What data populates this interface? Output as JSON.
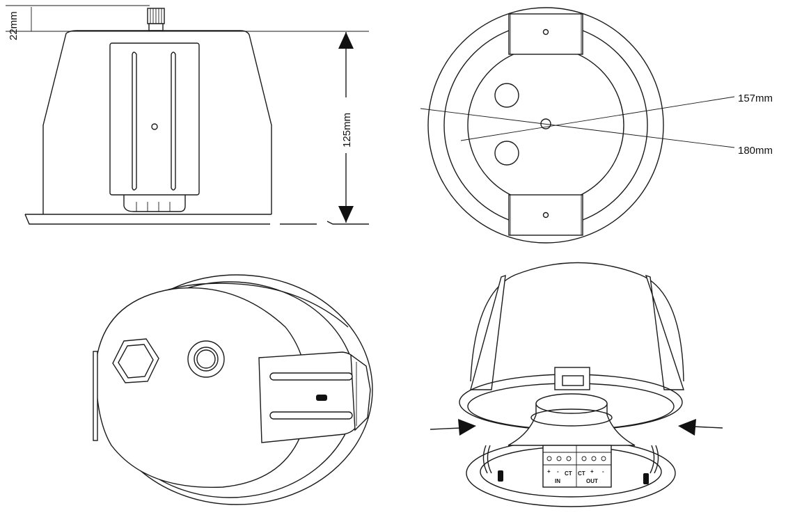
{
  "dimensions": {
    "grill_height": "22mm",
    "body_height": "125mm",
    "cutout_diameter": "157mm",
    "outer_diameter": "180mm"
  },
  "terminals": {
    "top_symbols": [
      "+",
      "-",
      "CT",
      "CT",
      "+",
      "-"
    ],
    "input_label": "IN",
    "output_label": "OUT"
  }
}
